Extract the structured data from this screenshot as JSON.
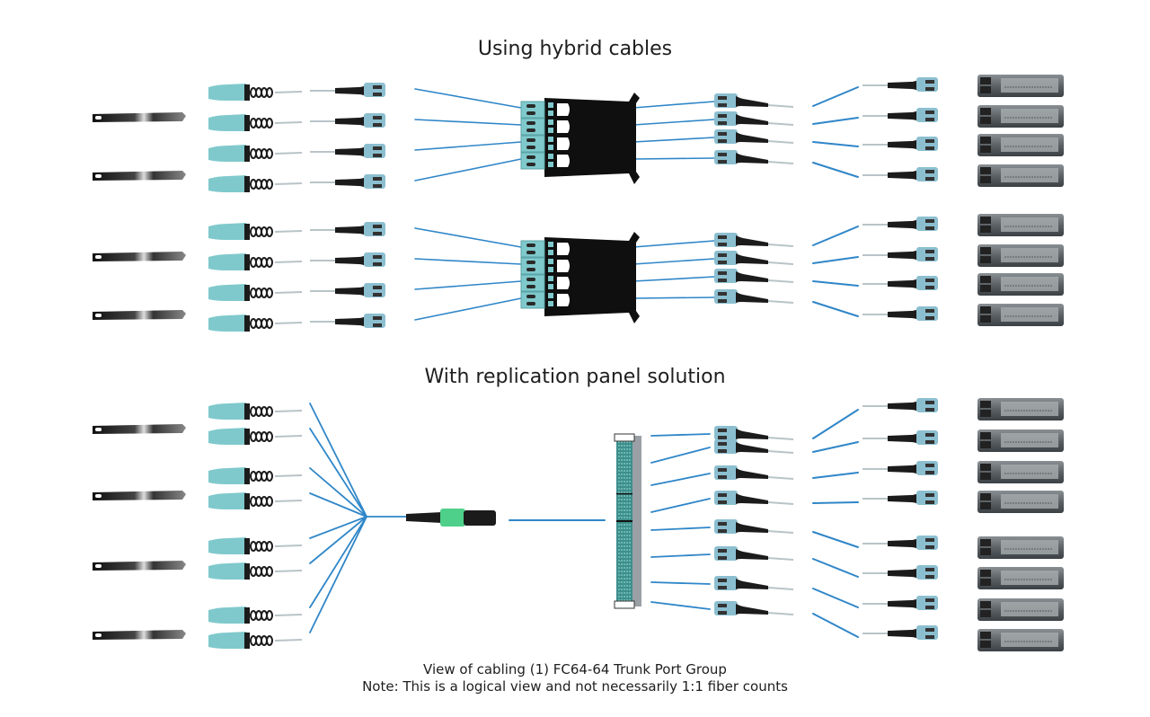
{
  "sections": {
    "hybrid": {
      "title": "Using hybrid cables"
    },
    "replication": {
      "title": "With replication panel solution"
    }
  },
  "caption": {
    "line1": "View of cabling (1) FC64-64 Trunk Port Group",
    "line2": "Note: This is a logical view and not necessarily 1:1 fiber counts"
  },
  "components": {
    "qsfp_transceiver": "QSFP transceiver",
    "mtp_breakout_connector": "MTP breakout connector (aqua)",
    "lc_duplex_connector": "LC duplex connector",
    "hybrid_cassette": "hybrid fan-out cassette",
    "mpo_connector": "MPO connector (green)",
    "replication_panel": "replication patch panel",
    "sfp_transceiver": "SFP transceiver"
  },
  "hybrid_groups": [
    {
      "qsfp_count": 2,
      "breakout_count": 4,
      "cassette_ports": 4,
      "right_lc_count": 4,
      "sfp_count": 4
    },
    {
      "qsfp_count": 2,
      "breakout_count": 4,
      "cassette_ports": 4,
      "right_lc_count": 4,
      "sfp_count": 4
    }
  ],
  "replication_group": {
    "qsfp_count": 4,
    "breakout_count": 8,
    "trunk_cables": 1,
    "right_lc_count": 8,
    "sfp_count": 8
  },
  "colors": {
    "fiber": "#2f86c8",
    "aqua": "#7fc9cc",
    "lc_body": "#8bbfd0",
    "dark": "#1b1b1b",
    "green": "#4fd08a",
    "sfp": "#5c6266",
    "panel_teal": "#3d8f8c"
  }
}
